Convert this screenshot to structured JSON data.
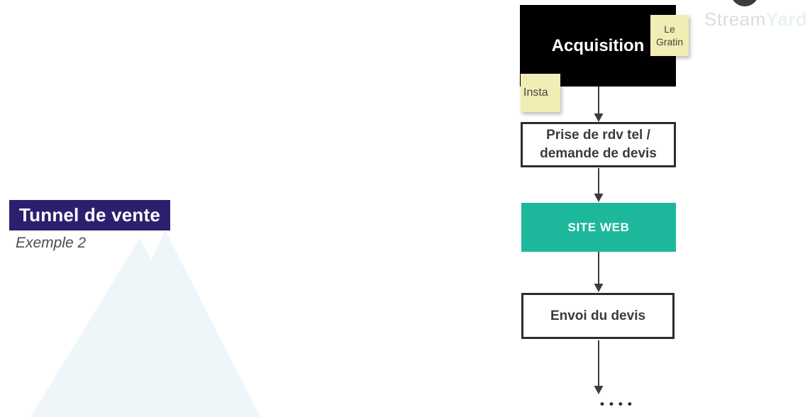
{
  "watermark": {
    "brand_part1": "Stream",
    "brand_part2": "Yard"
  },
  "title": {
    "heading": "Tunnel de vente",
    "subtitle": "Exemple 2"
  },
  "flow": {
    "nodes": {
      "acquisition": {
        "label": "Acquisition"
      },
      "rdv": {
        "line1": "Prise de rdv tel /",
        "line2": "demande de devis"
      },
      "siteweb": {
        "label": "SITE WEB"
      },
      "envoi": {
        "label": "Envoi du devis"
      }
    },
    "notes": {
      "le_gratin": "Le Gratin",
      "insta": "Insta"
    },
    "ellipsis": "••••"
  },
  "colors": {
    "accent_teal": "#1db79b",
    "accent_purple": "#2e1f6e",
    "node_black": "#000000",
    "sticky_yellow": "#f1edb5",
    "arrow": "#3c3c3c",
    "background_triangle": "#eef6f9"
  }
}
